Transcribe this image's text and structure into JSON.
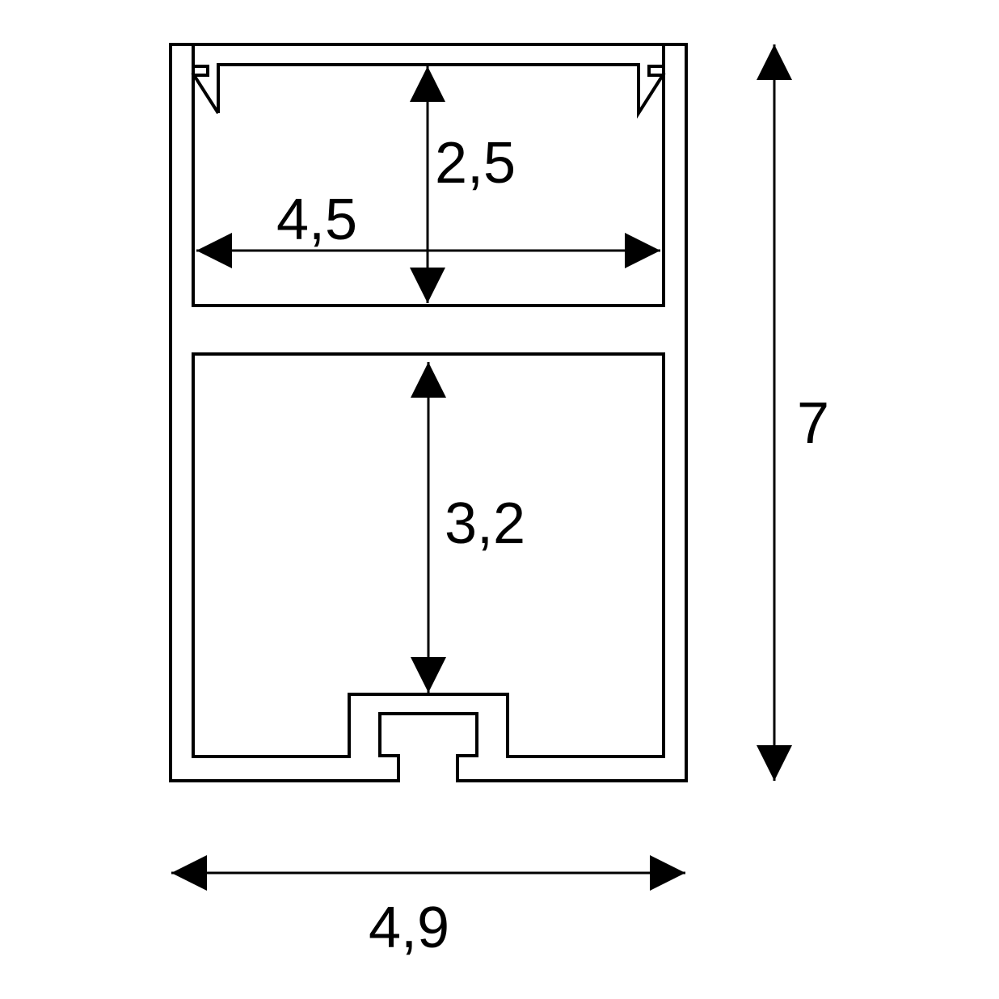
{
  "dimensions": {
    "top_chamber_height": "2,5",
    "top_chamber_width": "4,5",
    "bottom_chamber_height": "3,2",
    "total_height": "7",
    "total_width": "4,9"
  },
  "colors": {
    "stroke": "#000000",
    "background": "#ffffff"
  }
}
